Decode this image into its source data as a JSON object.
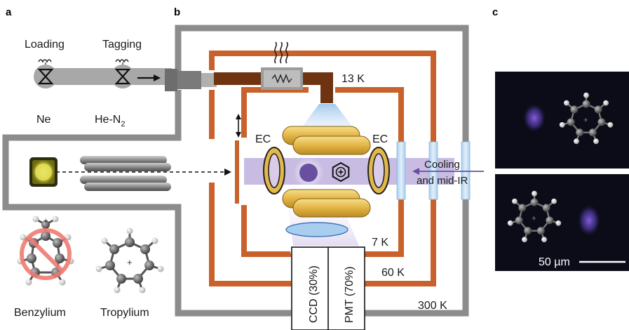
{
  "panels": {
    "a": "a",
    "b": "b",
    "c": "c"
  },
  "panel_a": {
    "loading": "Loading",
    "tagging": "Tagging",
    "ne": "Ne",
    "he_n2_main": "He-N",
    "he_n2_sub": "2",
    "benzylium": "Benzylium",
    "tropylium": "Tropylium"
  },
  "panel_b": {
    "temp_13k": "13 K",
    "temp_7k": "7 K",
    "temp_60k": "60 K",
    "temp_300k": "300 K",
    "ec_left": "EC",
    "ec_right": "EC",
    "cooling_line1": "Cooling",
    "cooling_line2": "and mid-IR",
    "ccd": "CCD (30%)",
    "pmt": "PMT (70%)"
  },
  "panel_c": {
    "scale_bar": "50 µm"
  },
  "colors": {
    "shield_300k": "#8c8c8c",
    "shield_60k": "#c8612b",
    "coldhead": "#6e3412",
    "electrode_gold": "#e2b84a",
    "beam_purple": "#b6a6d8",
    "ion_purple": "#6a4fa0",
    "camera_bg": "#0b0c18"
  }
}
